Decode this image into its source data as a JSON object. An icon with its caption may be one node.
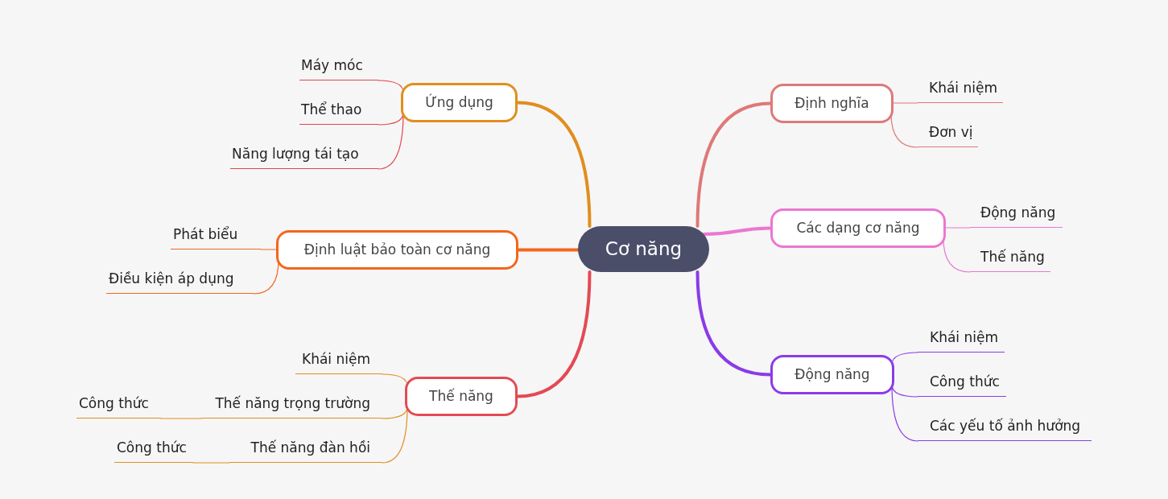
{
  "diagram": {
    "nodes": [
      {
        "text": [
          "Cơ năng"
        ]
      },
      {
        "text": [
          "Ứng dụng"
        ]
      },
      {
        "text": [
          "Máy móc"
        ]
      },
      {
        "text": [
          "Thể thao"
        ]
      },
      {
        "text": [
          "Năng lượng tái tạo"
        ]
      },
      {
        "text": [
          "Định luật bảo toàn cơ năng"
        ]
      },
      {
        "text": [
          "Phát biểu"
        ]
      },
      {
        "text": [
          "Điều kiện áp dụng"
        ]
      },
      {
        "text": [
          "Thế năng"
        ]
      },
      {
        "text": [
          "Khái niệm"
        ]
      },
      {
        "text": [
          "Thế năng trọng trường"
        ]
      },
      {
        "text": [
          "Công thức"
        ]
      },
      {
        "text": [
          "Thế năng đàn hồi"
        ]
      },
      {
        "text": [
          "Công thức"
        ]
      },
      {
        "text": [
          "Định nghĩa"
        ]
      },
      {
        "text": [
          "Khái niệm"
        ]
      },
      {
        "text": [
          "Đơn vị"
        ]
      },
      {
        "text": [
          "Các dạng cơ năng"
        ]
      },
      {
        "text": [
          "Động năng"
        ]
      },
      {
        "text": [
          "Thế năng"
        ]
      },
      {
        "text": [
          "Động năng"
        ]
      },
      {
        "text": [
          "Khái niệm"
        ]
      },
      {
        "text": [
          "Công thức"
        ]
      },
      {
        "text": [
          "Các yếu tố ảnh hưởng"
        ]
      }
    ],
    "edges": [
      {
        "from": 0,
        "to": 1,
        "arrow": "none",
        "style": "thick",
        "color": "#e08e1f"
      },
      {
        "from": 1,
        "to": 2,
        "arrow": "none",
        "color": "#e0474c"
      },
      {
        "from": 1,
        "to": 3,
        "arrow": "none",
        "color": "#e0474c"
      },
      {
        "from": 1,
        "to": 4,
        "arrow": "none",
        "color": "#e0474c"
      },
      {
        "from": 0,
        "to": 5,
        "arrow": "none",
        "style": "thick",
        "color": "#f4661b"
      },
      {
        "from": 5,
        "to": 6,
        "arrow": "none",
        "color": "#f4661b"
      },
      {
        "from": 5,
        "to": 7,
        "arrow": "none",
        "color": "#f4661b"
      },
      {
        "from": 0,
        "to": 8,
        "arrow": "none",
        "style": "thick",
        "color": "#e34a55"
      },
      {
        "from": 8,
        "to": 9,
        "arrow": "none",
        "color": "#e08e1f"
      },
      {
        "from": 8,
        "to": 10,
        "arrow": "none",
        "color": "#e08e1f"
      },
      {
        "from": 10,
        "to": 11,
        "arrow": "none",
        "color": "#e08e1f"
      },
      {
        "from": 8,
        "to": 12,
        "arrow": "none",
        "color": "#e08e1f"
      },
      {
        "from": 12,
        "to": 13,
        "arrow": "none",
        "color": "#e08e1f"
      },
      {
        "from": 0,
        "to": 14,
        "arrow": "none",
        "style": "thick",
        "color": "#df7878"
      },
      {
        "from": 14,
        "to": 15,
        "arrow": "none",
        "color": "#df7878"
      },
      {
        "from": 14,
        "to": 16,
        "arrow": "none",
        "color": "#df7878"
      },
      {
        "from": 0,
        "to": 17,
        "arrow": "none",
        "style": "thick",
        "color": "#eb77d0"
      },
      {
        "from": 17,
        "to": 18,
        "arrow": "none",
        "color": "#eb77d0"
      },
      {
        "from": 17,
        "to": 19,
        "arrow": "none",
        "color": "#eb77d0"
      },
      {
        "from": 0,
        "to": 20,
        "arrow": "none",
        "style": "thick",
        "color": "#8b3be8"
      },
      {
        "from": 20,
        "to": 21,
        "arrow": "none",
        "color": "#8b3be8"
      },
      {
        "from": 20,
        "to": 22,
        "arrow": "none",
        "color": "#8b3be8"
      },
      {
        "from": 20,
        "to": 23,
        "arrow": "none",
        "color": "#8b3be8"
      }
    ]
  }
}
